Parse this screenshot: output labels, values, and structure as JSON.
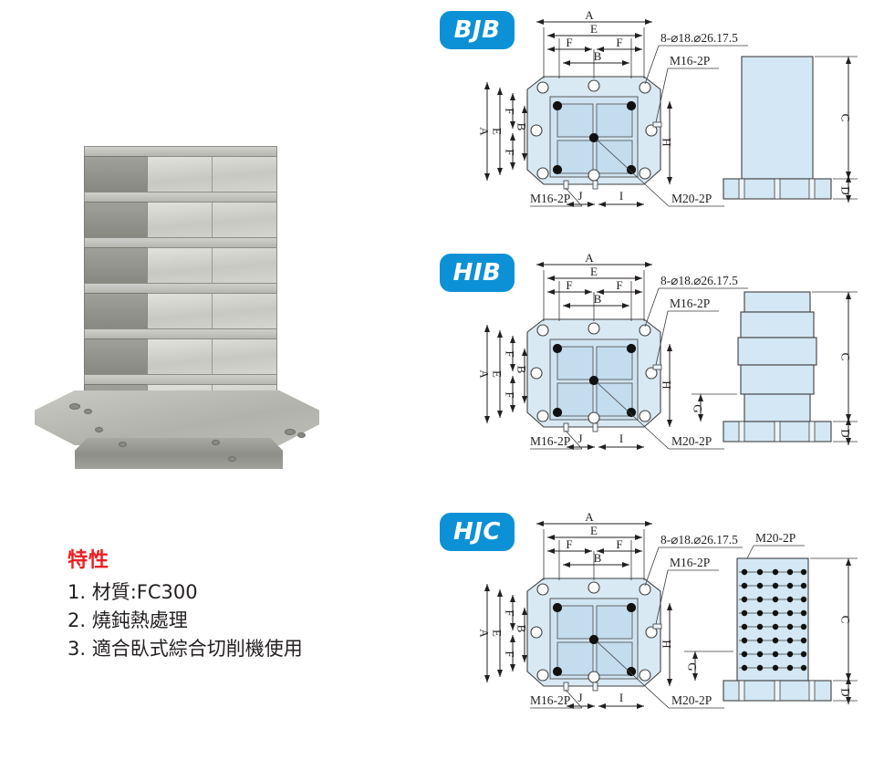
{
  "product": {
    "photo_alt": "stacked-tombstone-tooling-block",
    "tier_count": 6
  },
  "features": {
    "title": "特性",
    "items": [
      "1. 材質:FC300",
      "2. 燒鈍熱處理",
      "3. 適合臥式綜合切削機使用"
    ]
  },
  "colors": {
    "badge_blue": "#0d91d6",
    "feature_red": "#ec2024",
    "plate_fill": "#d8e9f4",
    "line": "#231f20"
  },
  "dimension_labels": {
    "A": "A",
    "B": "B",
    "C": "C",
    "D": "D",
    "E": "E",
    "F": "F",
    "G": "G",
    "H": "H",
    "I": "I",
    "J": "J"
  },
  "callouts": {
    "counterbore": "8-⌀18.⌀26.17.5",
    "m16": "M16-2P",
    "m20": "M20-2P"
  },
  "models": [
    {
      "id": "bjb",
      "badge": "BJB",
      "elevation_type": "plain-column",
      "elevation_dims": [
        "C",
        "D"
      ],
      "plan_dims_h": [
        "A",
        "E",
        "F",
        "F",
        "B"
      ],
      "plan_dims_v": [
        "A",
        "E",
        "F",
        "B",
        "F"
      ],
      "bottom_dims": [
        "J",
        "I"
      ],
      "side_dim": "H",
      "callouts": [
        "8-⌀18.⌀26.17.5",
        "M16-2P",
        "M16-2P",
        "M20-2P"
      ]
    },
    {
      "id": "hib",
      "badge": "HIB",
      "elevation_type": "stepped-column",
      "elevation_dims": [
        "C",
        "D",
        "G"
      ],
      "plan_dims_h": [
        "A",
        "E",
        "F",
        "F",
        "B"
      ],
      "plan_dims_v": [
        "A",
        "E",
        "F",
        "B",
        "F"
      ],
      "bottom_dims": [
        "J",
        "I"
      ],
      "side_dim": "H",
      "callouts": [
        "8-⌀18.⌀26.17.5",
        "M16-2P",
        "M16-2P",
        "M20-2P"
      ]
    },
    {
      "id": "hjc",
      "badge": "HJC",
      "elevation_type": "tapped-grid-column",
      "elevation_dims": [
        "C",
        "D",
        "G"
      ],
      "grid_cols": 5,
      "grid_rows": 8,
      "plan_dims_h": [
        "A",
        "E",
        "F",
        "F",
        "B"
      ],
      "plan_dims_v": [
        "A",
        "E",
        "F",
        "B",
        "F"
      ],
      "bottom_dims": [
        "J",
        "I"
      ],
      "side_dim": "H",
      "callouts": [
        "8-⌀18.⌀26.17.5",
        "M20-2P",
        "M16-2P",
        "M16-2P",
        "M20-2P"
      ]
    }
  ]
}
